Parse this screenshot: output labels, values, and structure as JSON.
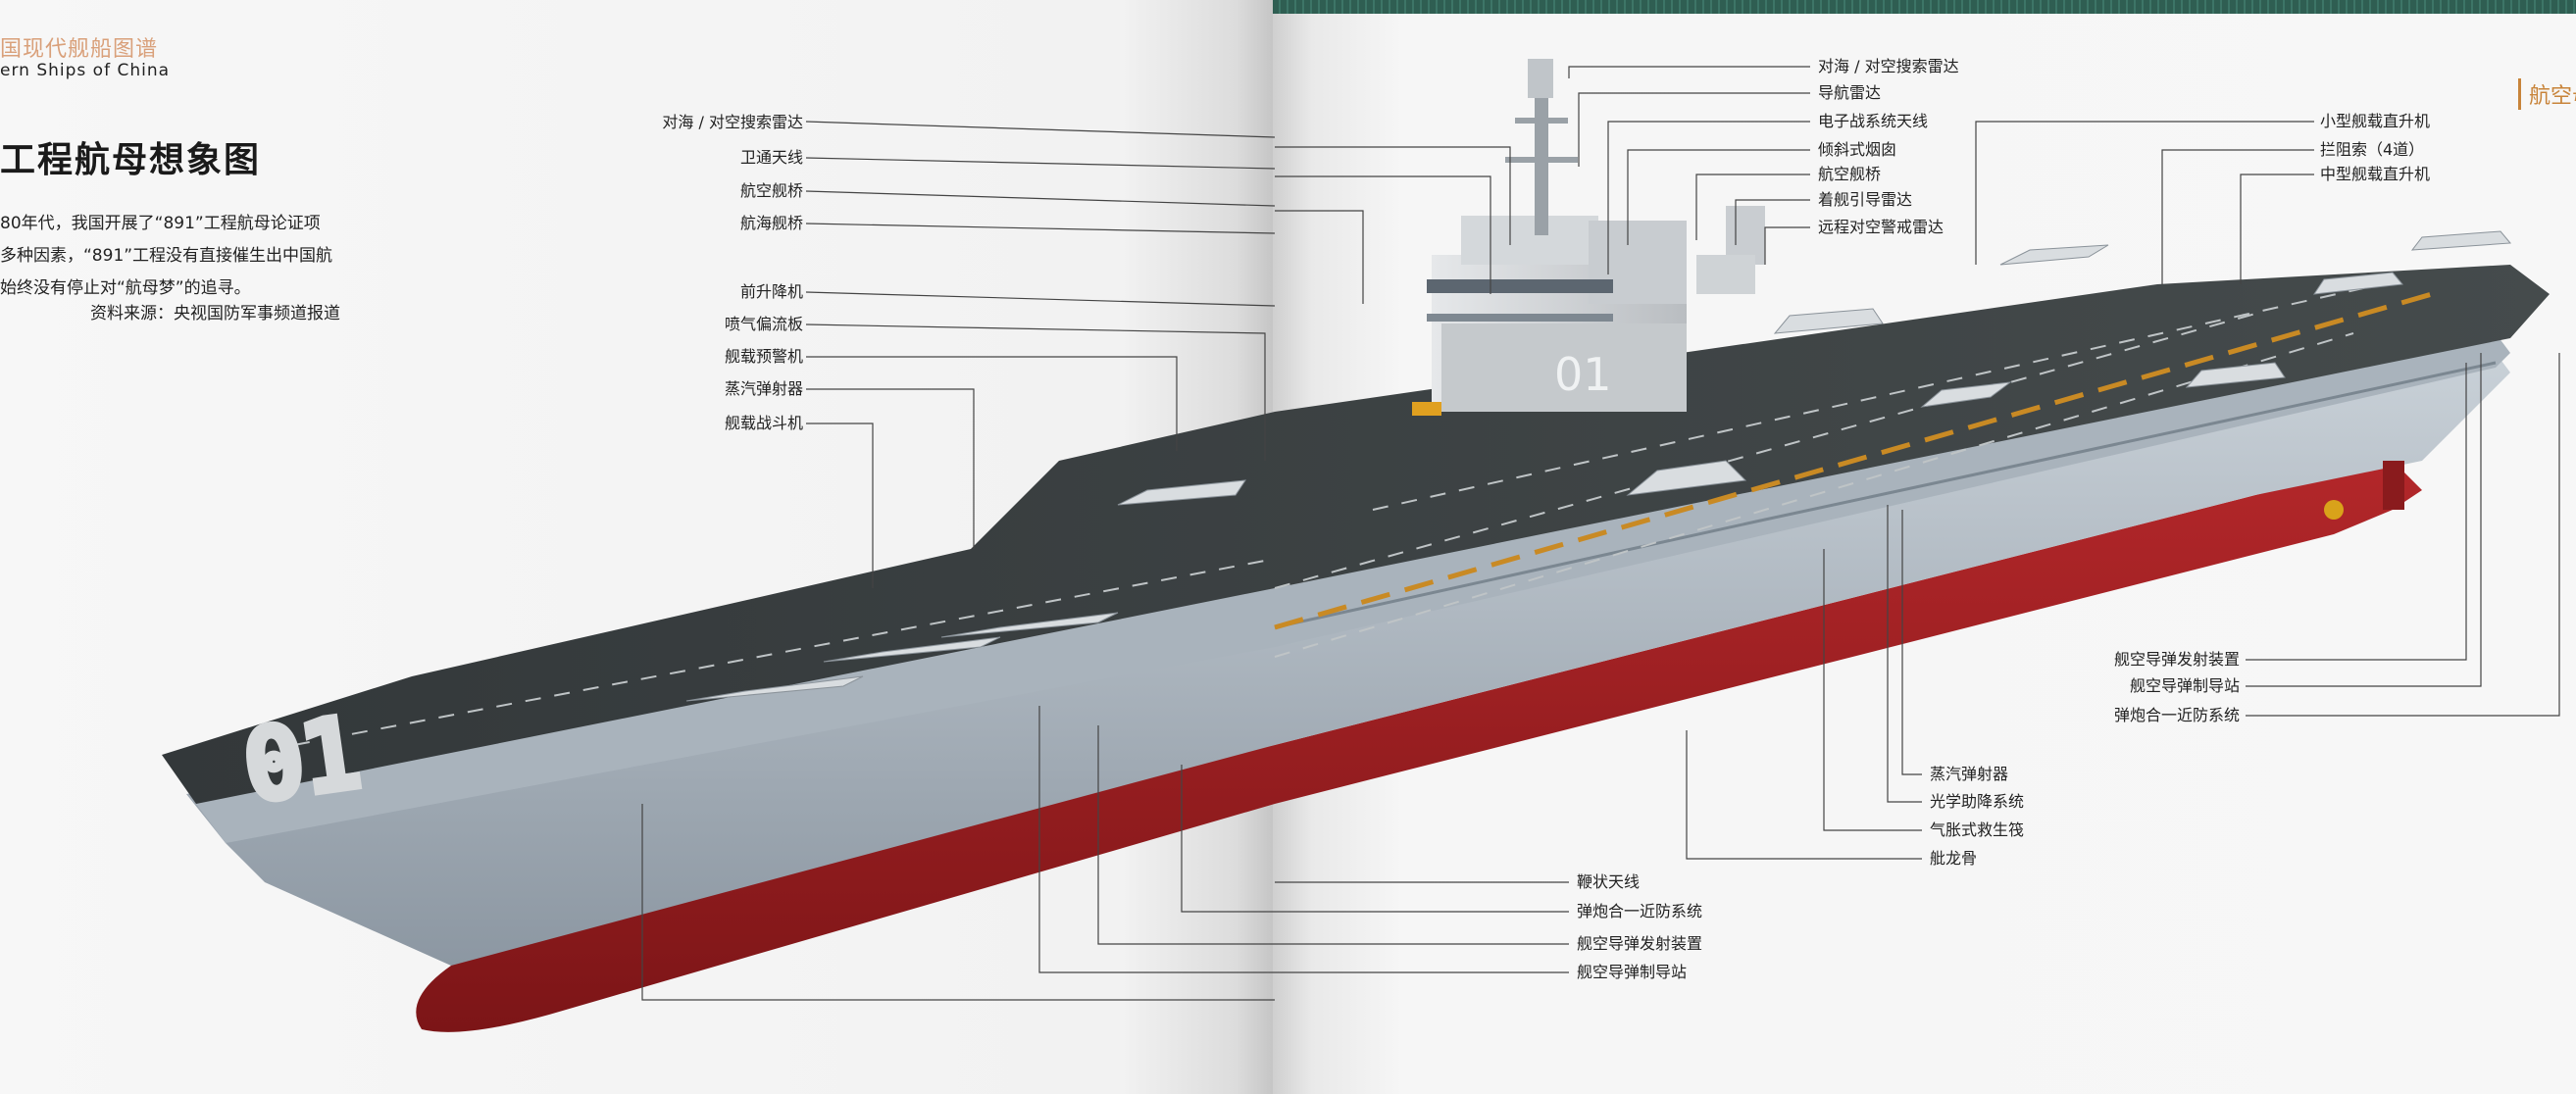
{
  "header": {
    "left_cn": "国现代舰船图谱",
    "left_en": "ern Ships of China",
    "right_cn": "航空母"
  },
  "article": {
    "title": "工程航母想象图",
    "paragraphs": [
      "80年代，我国开展了“891”工程航母论证项",
      "多种因素，“891”工程没有直接催生出中国航",
      "始终没有停止对“航母梦”的追寻。"
    ],
    "source": "资料来源：央视国防军事频道报道"
  },
  "hull_number": "01",
  "deck_number": "01",
  "labels_left": [
    "对海 / 对空搜索雷达",
    "卫通天线",
    "航空舰桥",
    "航海舰桥",
    "前升降机",
    "喷气偏流板",
    "舰载预警机",
    "蒸汽弹射器",
    "舰载战斗机"
  ],
  "labels_center": [
    "对海 / 对空搜索雷达",
    "导航雷达",
    "电子战系统天线",
    "倾斜式烟囱",
    "航空舰桥",
    "着舰引导雷达",
    "远程对空警戒雷达"
  ],
  "labels_right_top": [
    "小型舰载直升机",
    "拦阻索（4道）",
    "中型舰载直升机"
  ],
  "labels_right_mid": [
    "舰空导弹发射装置",
    "舰空导弹制导站",
    "弹炮合一近防系统"
  ],
  "labels_right_low": [
    "蒸汽弹射器",
    "光学助降系统",
    "气胀式救生筏",
    "舭龙骨"
  ],
  "labels_bottom": [
    "鞭状天线",
    "弹炮合一近防系统",
    "舰空导弹发射装置",
    "舰空导弹制导站"
  ]
}
